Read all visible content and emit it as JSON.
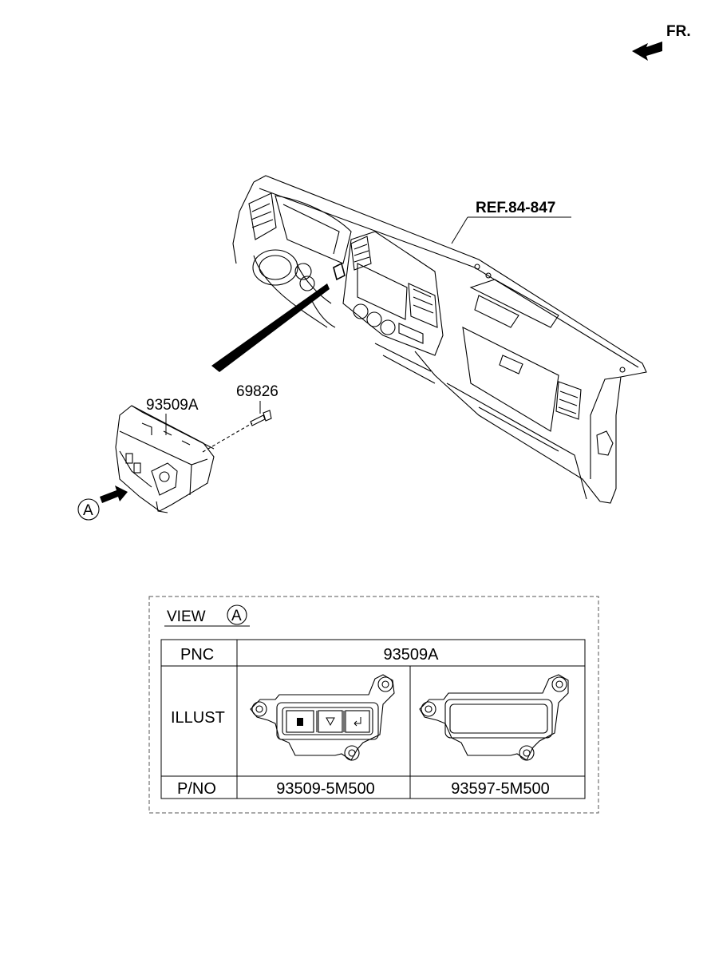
{
  "direction": {
    "label": "FR."
  },
  "labels": {
    "ref": "REF.84-847",
    "part_main": "93509A",
    "part_screw": "69826",
    "view_marker": "A"
  },
  "view_box": {
    "title": "VIEW",
    "marker": "A",
    "table": {
      "row_headers": [
        "PNC",
        "ILLUST",
        "P/NO"
      ],
      "pnc": "93509A",
      "part_numbers": [
        "93509-5M500",
        "93597-5M500"
      ]
    }
  },
  "colors": {
    "line": "#000000",
    "background": "#ffffff",
    "dash": "#555555"
  }
}
